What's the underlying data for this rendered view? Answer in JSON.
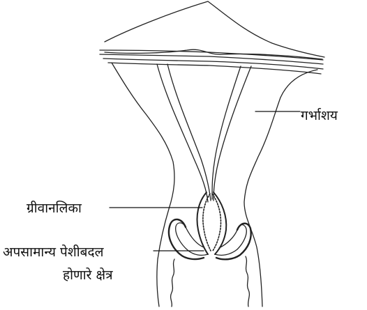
{
  "labels": {
    "uterus": "गर्भाशय",
    "cervical_canal": "ग्रीवानलिका",
    "transformation_zone_line1": "अपसामान्य पेशीबदल",
    "transformation_zone_line2": "होणारे क्षेत्र"
  },
  "colors": {
    "line": "#222222",
    "background": "#ffffff"
  }
}
